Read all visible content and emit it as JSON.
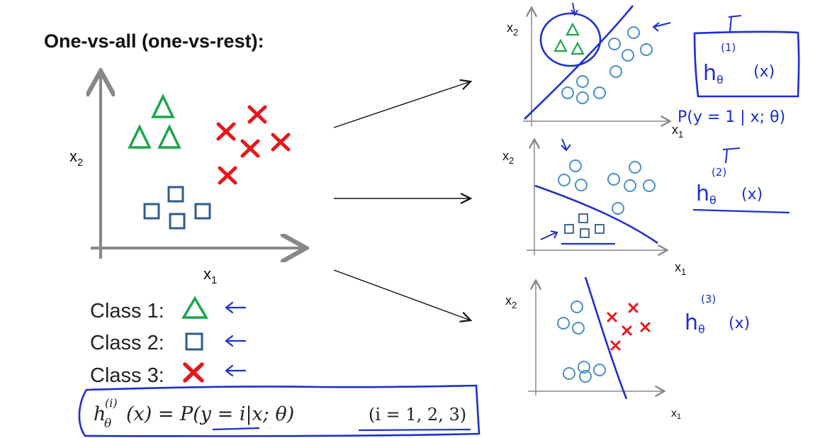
{
  "title": "One-vs-all (one-vs-rest):",
  "axes": {
    "x1": "x",
    "x2": "x",
    "sub1": "1",
    "sub2": "2",
    "sub_small": "1"
  },
  "classes": [
    {
      "label": "Class 1:",
      "marker": "triangle",
      "color": "#1aa64b"
    },
    {
      "label": "Class 2:",
      "marker": "square",
      "color": "#2e5c8a"
    },
    {
      "label": "Class 3:",
      "marker": "cross",
      "color": "#e8161b"
    }
  ],
  "formula": {
    "h": "h",
    "superscript": "(i)",
    "theta": "θ",
    "body": "(x) = P(y = i|x; θ)",
    "range": "(i = 1, 2, 3)"
  },
  "hypotheses": [
    {
      "h": "h",
      "theta": "θ",
      "sup": "(1)",
      "arg": "(x)",
      "note": "P(y = 1 | x; θ)"
    },
    {
      "h": "h",
      "theta": "θ",
      "sup": "(2)",
      "arg": "(x)"
    },
    {
      "h": "h",
      "theta": "θ",
      "sup": "(3)",
      "arg": "(x)"
    }
  ],
  "colors": {
    "green": "#1aa64b",
    "blue": "#2e5c8a",
    "red": "#e8161b",
    "ink": "#1b2fd0",
    "axis": "#888888",
    "circle": "#4a8ec8"
  }
}
